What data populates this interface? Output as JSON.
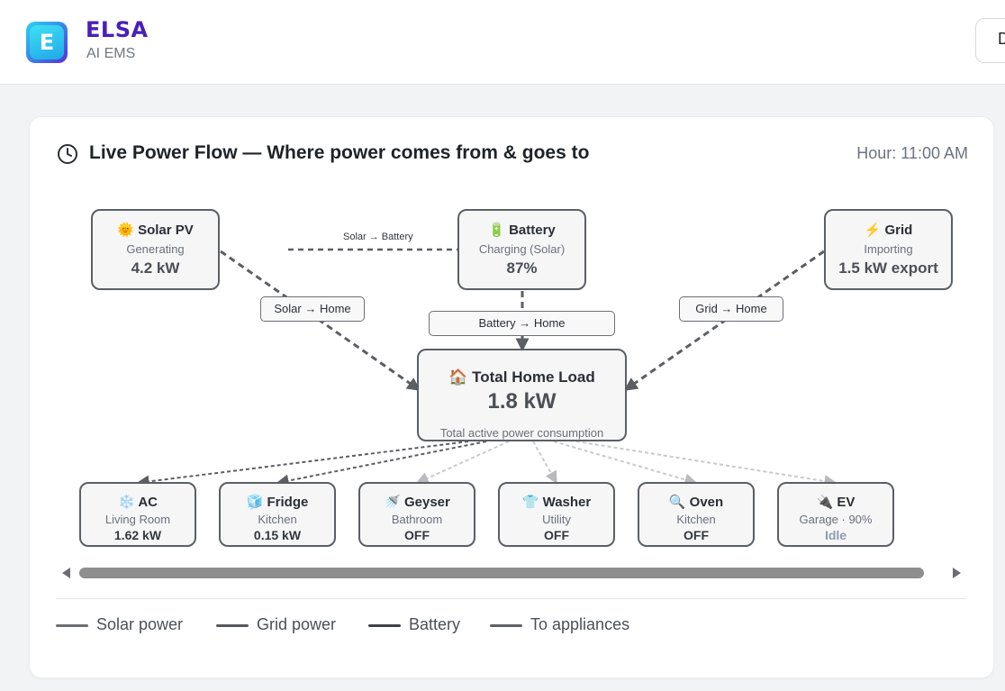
{
  "header": {
    "brand": "ELSA",
    "subtitle": "AI EMS",
    "logo_letter": "E",
    "right_button_label": "D"
  },
  "card": {
    "title": "Live Power Flow — Where power comes from & goes to",
    "hour": "Hour: 11:00 AM"
  },
  "sources": {
    "solar": {
      "icon": "🌞",
      "title": "Solar PV",
      "status": "Generating",
      "value": "4.2 kW"
    },
    "battery": {
      "icon": "🔋",
      "title": "Battery",
      "status": "Charging (Solar)",
      "value": "87%"
    },
    "grid": {
      "icon": "⚡",
      "title": "Grid",
      "status": "Importing",
      "value": "1.5 kW export"
    }
  },
  "home": {
    "icon": "🏠",
    "title": "Total Home Load",
    "value": "1.8 kW",
    "caption": "Total active power consumption"
  },
  "edge_labels": {
    "solar_battery": "Solar → Battery",
    "solar_home": "Solar → Home",
    "battery_home": "Battery → Home",
    "grid_home": "Grid → Home"
  },
  "appliances": [
    {
      "icon": "❄️",
      "name": "AC",
      "location": "Living Room",
      "value": "1.62 kW",
      "state": "on"
    },
    {
      "icon": "🧊",
      "name": "Fridge",
      "location": "Kitchen",
      "value": "0.15 kW",
      "state": "on"
    },
    {
      "icon": "🚿",
      "name": "Geyser",
      "location": "Bathroom",
      "value": "OFF",
      "state": "off"
    },
    {
      "icon": "👕",
      "name": "Washer",
      "location": "Utility",
      "value": "OFF",
      "state": "off"
    },
    {
      "icon": "🔍",
      "name": "Oven",
      "location": "Kitchen",
      "value": "OFF",
      "state": "off"
    },
    {
      "icon": "🔌",
      "name": "EV",
      "location": "Garage · 90%",
      "value": "Idle",
      "state": "idle"
    }
  ],
  "legend": [
    {
      "label": "Solar power",
      "color": "#6b6e73"
    },
    {
      "label": "Grid power",
      "color": "#55585d"
    },
    {
      "label": "Battery",
      "color": "#3f4246"
    },
    {
      "label": "To appliances",
      "color": "#5e6166"
    }
  ],
  "colors": {
    "active_edge": "#5b5e63",
    "inactive_edge": "#c9cacd",
    "idle_text": "#8e9bb0"
  }
}
